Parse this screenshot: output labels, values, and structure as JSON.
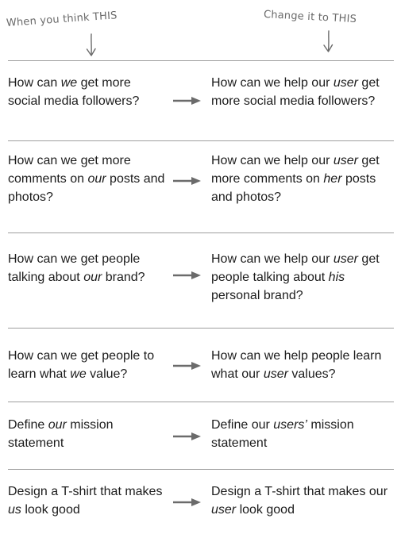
{
  "annotations": {
    "left": "When you think THIS",
    "right": "Change it to THIS"
  },
  "rows": [
    {
      "left": [
        {
          "t": "How can "
        },
        {
          "t": "we",
          "em": true
        },
        {
          "t": " get more social media followers?"
        }
      ],
      "right": [
        {
          "t": "How can we help our "
        },
        {
          "t": "user",
          "em": true
        },
        {
          "t": " get more social media followers?"
        }
      ]
    },
    {
      "left": [
        {
          "t": "How can we get more comments on "
        },
        {
          "t": "our",
          "em": true
        },
        {
          "t": " posts and photos?"
        }
      ],
      "right": [
        {
          "t": "How can we help our "
        },
        {
          "t": "user",
          "em": true
        },
        {
          "t": " get more comments on "
        },
        {
          "t": "her",
          "em": true
        },
        {
          "t": " posts and photos?"
        }
      ]
    },
    {
      "left": [
        {
          "t": "How can we get people talking about "
        },
        {
          "t": "our",
          "em": true
        },
        {
          "t": " brand?"
        }
      ],
      "right": [
        {
          "t": "How can we help our "
        },
        {
          "t": "user",
          "em": true
        },
        {
          "t": " get people talking about "
        },
        {
          "t": "his",
          "em": true
        },
        {
          "t": " personal brand?"
        }
      ]
    },
    {
      "left": [
        {
          "t": "How can we get people to learn what "
        },
        {
          "t": "we",
          "em": true
        },
        {
          "t": " value?"
        }
      ],
      "right": [
        {
          "t": "How can we help people learn what our "
        },
        {
          "t": "user",
          "em": true
        },
        {
          "t": " values?"
        }
      ]
    },
    {
      "left": [
        {
          "t": "Define "
        },
        {
          "t": "our",
          "em": true
        },
        {
          "t": " mission statement"
        }
      ],
      "right": [
        {
          "t": "Define our "
        },
        {
          "t": "users’",
          "em": true
        },
        {
          "t": " mission statement"
        }
      ]
    },
    {
      "left": [
        {
          "t": "Design a T-shirt that makes "
        },
        {
          "t": "us",
          "em": true
        },
        {
          "t": " look good"
        }
      ],
      "right": [
        {
          "t": "Design a T-shirt that makes our "
        },
        {
          "t": "user",
          "em": true
        },
        {
          "t": " look good"
        }
      ]
    }
  ],
  "colors": {
    "text": "#1c1c1c",
    "divider": "#9e9e9e",
    "arrow": "#6b6b6b",
    "annotation": "#6a6a6a"
  },
  "icons": {
    "row_arrow": "right-arrow-icon",
    "annotation_arrow": "hand-drawn-down-arrow-icon"
  }
}
